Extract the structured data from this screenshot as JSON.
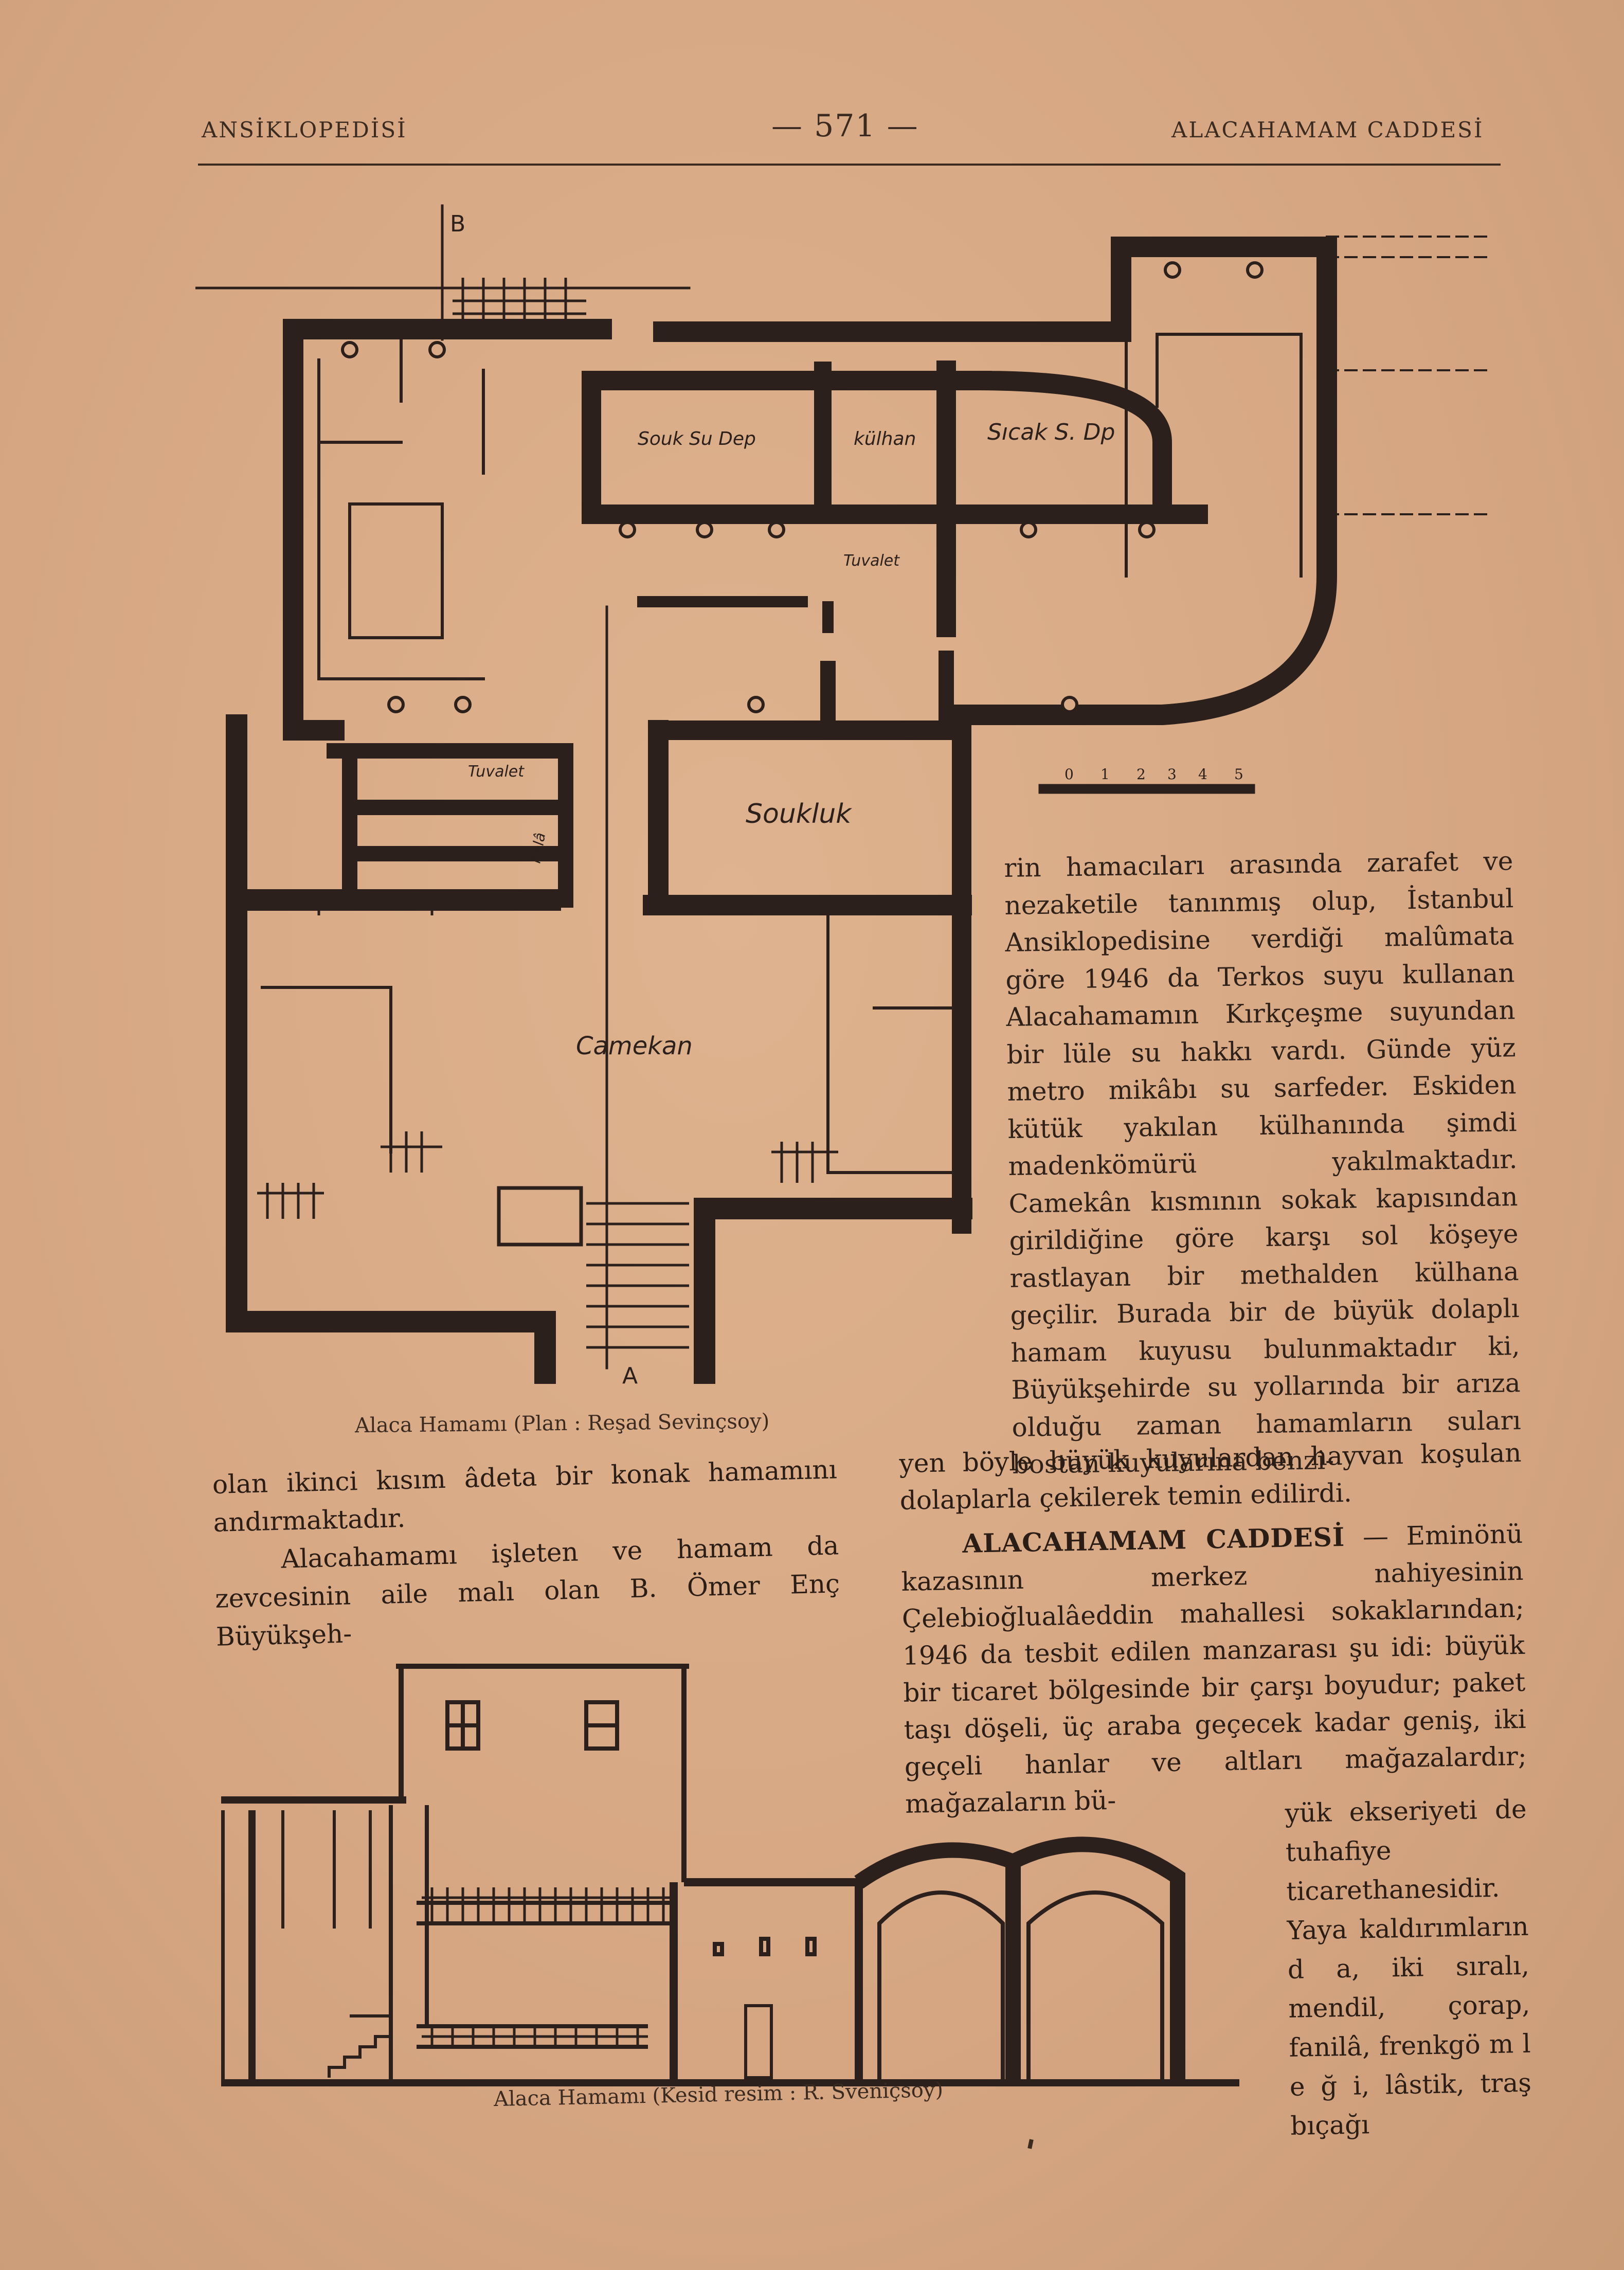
{
  "header": {
    "left": "ANSİKLOPEDİSİ",
    "page_number": "— 571 —",
    "right": "ALACAHAMAM CADDESİ"
  },
  "plan": {
    "labels": {
      "cold_water": "Souk Su Dep",
      "kulhan": "külhan",
      "hot_water": "Sıcak S. Dp",
      "toilet_upper": "Tuvalet",
      "toilet_lower": "Tuvalet",
      "hela": "helâ",
      "soukluk": "Soukluk",
      "camekan": "Camekan",
      "mark_b": "B",
      "mark_a": "A"
    },
    "scale_ticks": [
      "0",
      "1",
      "2",
      "3",
      "4",
      "5"
    ],
    "caption": "Alaca Hamamı (Plan : Reşad Sevinçsoy)"
  },
  "section": {
    "caption": "Alaca Hamamı (Kesid resim : R. Sveniçsoy)"
  },
  "text": {
    "right_col": "rin hamacıları arasında zarafet ve nezaketile tanınmış olup, İstanbul Ansiklopedisine verdiği malûmata göre 1946 da Terkos suyu kullanan Alacahamamın Kırkçeşme suyundan bir lüle su hakkı vardı. Günde yüz metro mikâbı su sarfeder. Eskiden kütük yakılan külhanında şimdi madenkömürü yakılmaktadır. Camekân kısmının sokak kapısından girildiğine göre karşı sol köşeye rastlayan bir methalden külhana geçilir. Burada bir de büyük dolaplı hamam kuyusu bulunmaktadır ki, Büyükşehirde su yollarında bir arıza olduğu zaman hamamların suları bostan kuyularına benzi-",
    "wide_1": "yen böyle büyük kuyulardan hayvan koşulan dolaplarla çekilerek temin edilirdi.",
    "entry_heading": "ALACAHAMAM CADDESİ",
    "entry_body": " — Eminönü kazasının merkez nahiyesinin Çelebioğlualâeddin mahallesi sokaklarından; 1946 da tesbit edilen manzarası şu idi: büyük bir ticaret bölgesinde bir çarşı boyudur; paket taşı döşeli, üç araba geçecek kadar geniş, iki geçeli hanlar ve altları mağazalardır; mağazaların bü-",
    "narrow": "yük ekseriyeti de tuhafiye ticarethanesidir. Yaya kaldırımların d a, iki sıralı, mendil, çorap, fanilâ, frenkgö m l e ğ i, lâstik, traş bıçağı",
    "left_p1": "olan ikinci kısım âdeta bir konak hamamını andırmaktadır.",
    "left_p2": "Alacahamamı işleten ve hamam da zevcesinin aile malı olan B. Ömer Enç Büyükşeh-"
  }
}
